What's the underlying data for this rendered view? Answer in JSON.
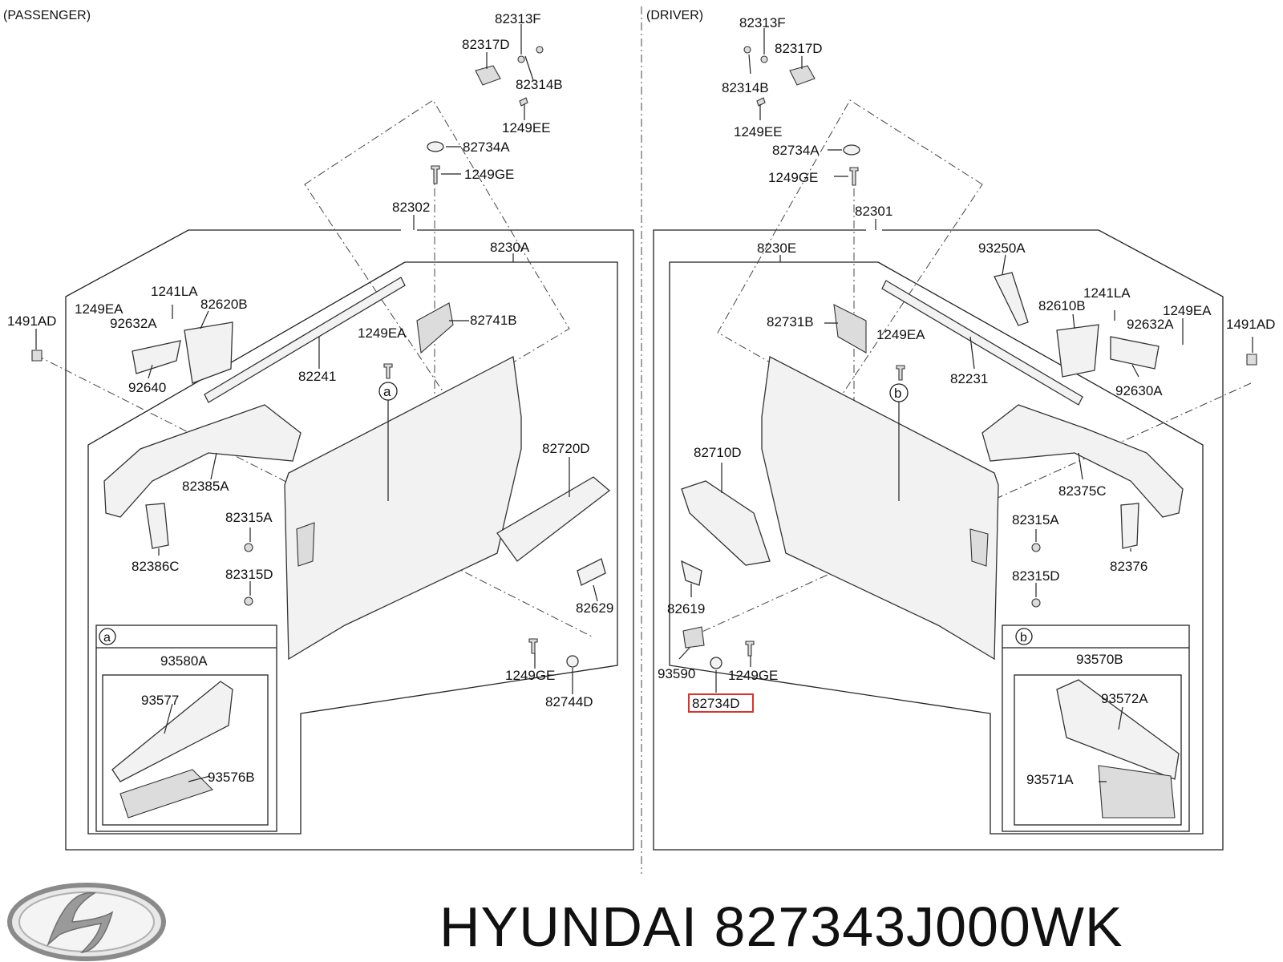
{
  "sections": {
    "passenger": "(PASSENGER)",
    "driver": "(DRIVER)"
  },
  "passenger_labels": {
    "p82313F": "82313F",
    "p82317D": "82317D",
    "p82314B": "82314B",
    "p1249EE": "1249EE",
    "p82734A": "82734A",
    "p1249GE_top": "1249GE",
    "p82302": "82302",
    "p8230A": "8230A",
    "p1241LA": "1241LA",
    "p82620B": "82620B",
    "p1249EA_left": "1249EA",
    "p92632A": "92632A",
    "p1491AD": "1491AD",
    "p92640": "92640",
    "p82241": "82241",
    "p82741B": "82741B",
    "p1249EA_mid": "1249EA",
    "p82385A": "82385A",
    "p82720D": "82720D",
    "p82315A": "82315A",
    "p82386C": "82386C",
    "p82315D": "82315D",
    "p82629": "82629",
    "p1249GE_bot": "1249GE",
    "p82744D": "82744D",
    "p93580A": "93580A",
    "p93577": "93577",
    "p93576B": "93576B"
  },
  "driver_labels": {
    "d82313F": "82313F",
    "d82317D": "82317D",
    "d82314B": "82314B",
    "d1249EE": "1249EE",
    "d82734A": "82734A",
    "d1249GE_top": "1249GE",
    "d82301": "82301",
    "d8230E": "8230E",
    "d93250A": "93250A",
    "d82731B": "82731B",
    "d1249EA_mid": "1249EA",
    "d1241LA": "1241LA",
    "d82610B": "82610B",
    "d1249EA_right": "1249EA",
    "d92632A": "92632A",
    "d1491AD": "1491AD",
    "d82231": "82231",
    "d92630A": "92630A",
    "d82710D": "82710D",
    "d82375C": "82375C",
    "d82315A": "82315A",
    "d82376": "82376",
    "d82315D": "82315D",
    "d82619": "82619",
    "d93590": "93590",
    "d1249GE_bot": "1249GE",
    "d82734D": "82734D",
    "d93570B": "93570B",
    "d93572A": "93572A",
    "d93571A": "93571A"
  },
  "callouts": {
    "a": "a",
    "b": "b"
  },
  "highlight_color": "#e0302a",
  "brand": {
    "text": "HYUNDAI 827343J000WK",
    "logo_text": "HYUNDAI"
  }
}
